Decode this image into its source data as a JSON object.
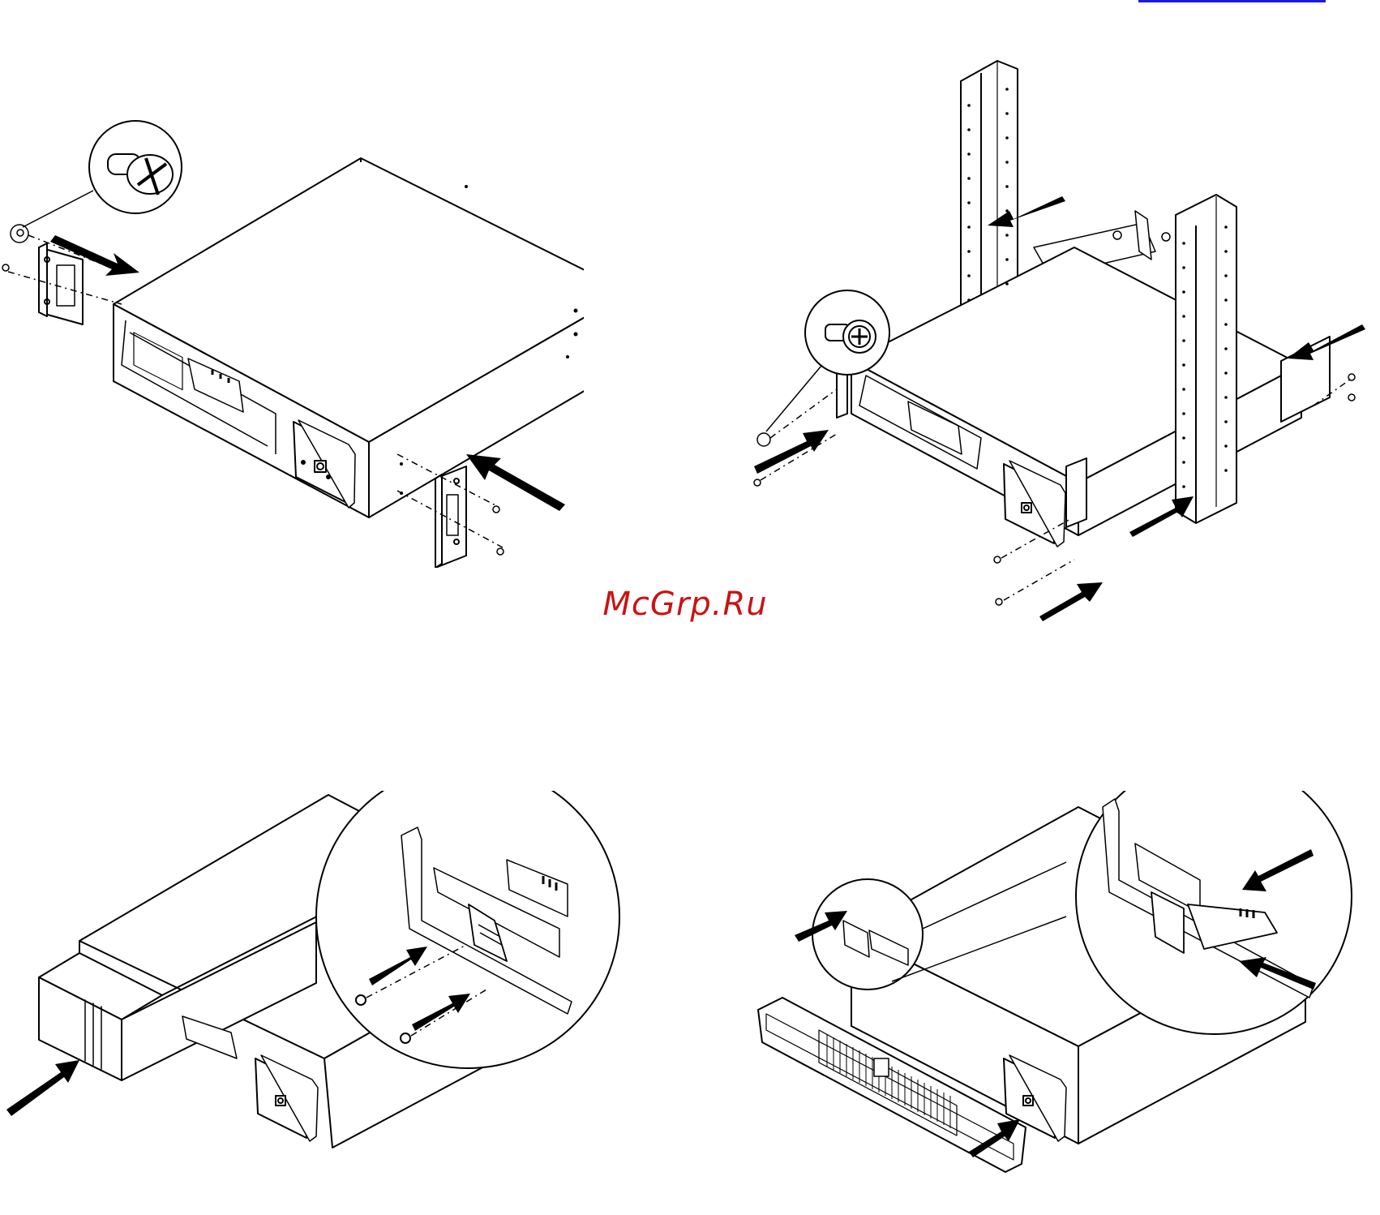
{
  "watermark": {
    "text": "McGrp.Ru",
    "color": "#c81414"
  },
  "top_link": {
    "color": "#1a1ae6"
  },
  "figures": [
    {
      "id": "step-1",
      "depicts": [
        "ups-chassis",
        "mounting-bracket",
        "screw-detail"
      ]
    },
    {
      "id": "step-2",
      "depicts": [
        "rack-posts",
        "ups-chassis",
        "rear-rails",
        "screw-detail"
      ]
    },
    {
      "id": "step-3",
      "depicts": [
        "battery-module",
        "ups-chassis",
        "connector-detail"
      ]
    },
    {
      "id": "step-4",
      "depicts": [
        "front-bezel",
        "ups-chassis",
        "connector-detail"
      ]
    }
  ]
}
